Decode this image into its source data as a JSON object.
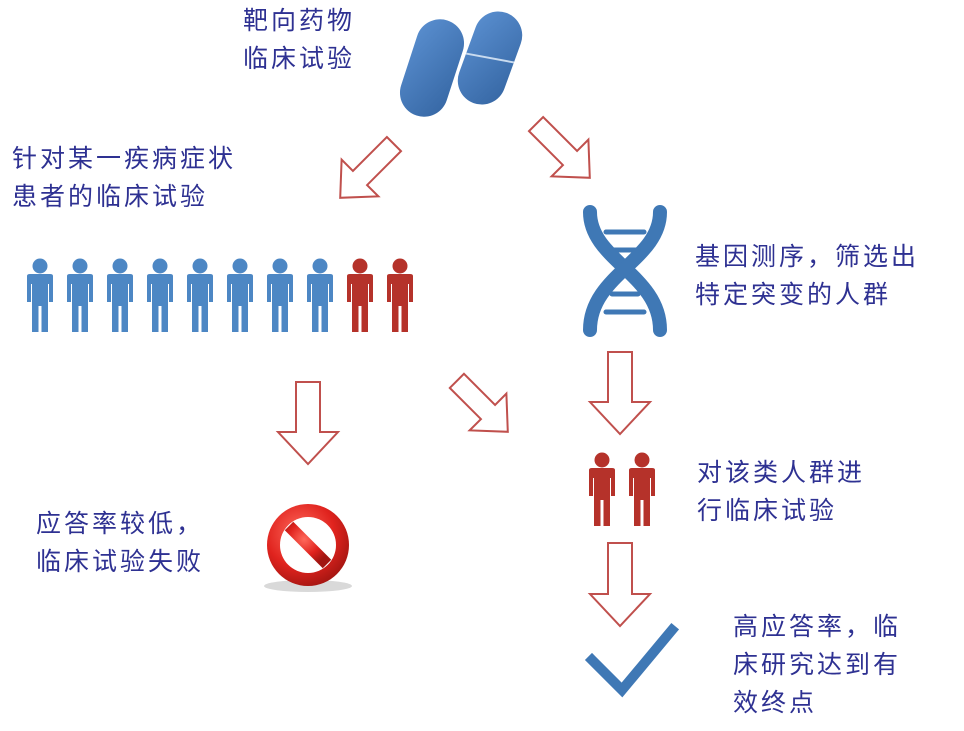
{
  "top": {
    "line1": "靶向药物",
    "line2": "临床试验"
  },
  "left_branch": {
    "line1": "针对某一疾病症状",
    "line2": "患者的临床试验"
  },
  "gene": {
    "line1": "基因测序，筛选出",
    "line2": "特定突变的人群"
  },
  "fail": {
    "line1": "应答率较低，",
    "line2": "临床试验失败"
  },
  "targeted": {
    "line1": "对该类人群进",
    "line2": "行临床试验"
  },
  "success": {
    "line1": "高应答率，临",
    "line2": "床研究达到有",
    "line3": "效终点"
  },
  "population": {
    "blue_count": 8,
    "red_count": 2
  },
  "colors": {
    "text": "#2e3192",
    "blue_person": "#4d87c4",
    "red_person": "#b5322a",
    "arrow_stroke": "#c0504d",
    "capsule": "#3f78b5",
    "dna": "#3f78b5",
    "check": "#3f78b5",
    "no_sign": "#e0231e"
  },
  "icons": [
    "capsule-icon",
    "dna-icon",
    "people-icon",
    "no-entry-icon",
    "checkmark-icon",
    "arrow-icon"
  ]
}
